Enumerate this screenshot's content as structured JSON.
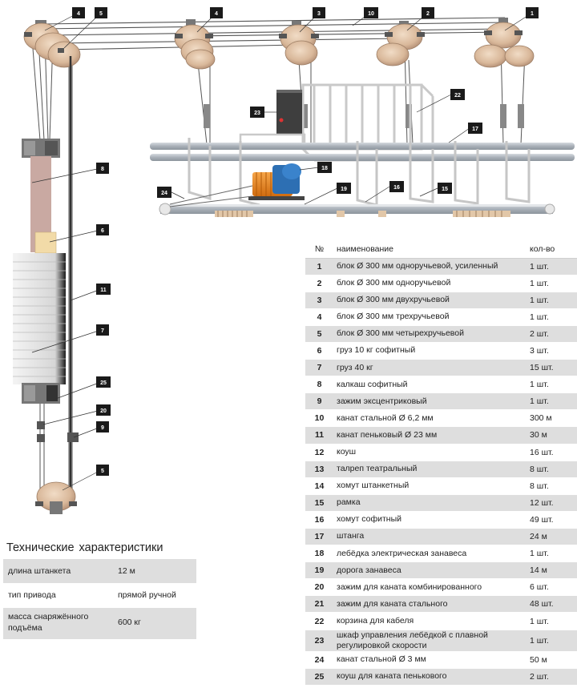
{
  "callouts": {
    "c1": "1",
    "c2": "2",
    "c3": "3",
    "c4a": "4",
    "c4b": "4",
    "c5a": "5",
    "c5b": "5",
    "c6": "6",
    "c7": "7",
    "c8": "8",
    "c9": "9",
    "c10": "10",
    "c11": "11",
    "c15": "15",
    "c16": "16",
    "c17": "17",
    "c18": "18",
    "c19": "19",
    "c20": "20",
    "c22": "22",
    "c23": "23",
    "c24": "24",
    "c25": "25"
  },
  "parts_table": {
    "headers": {
      "num": "№",
      "name": "наименование",
      "qty": "кол-во"
    },
    "rows": [
      {
        "num": "1",
        "name": "блок Ø 300 мм однoручьевой, усиленный",
        "qty": "1 шт."
      },
      {
        "num": "2",
        "name": "блок Ø 300 мм однoручьевой",
        "qty": "1 шт."
      },
      {
        "num": "3",
        "name": "блок Ø 300 мм двухручьевой",
        "qty": "1 шт."
      },
      {
        "num": "4",
        "name": "блок Ø 300 мм трехручьевой",
        "qty": "1 шт."
      },
      {
        "num": "5",
        "name": "блок Ø 300 мм четырехручьевой",
        "qty": "2 шт."
      },
      {
        "num": "6",
        "name": "груз 10 кг софитный",
        "qty": "3 шт."
      },
      {
        "num": "7",
        "name": "груз 40 кг",
        "qty": "15 шт."
      },
      {
        "num": "8",
        "name": "калкаш софитный",
        "qty": "1 шт."
      },
      {
        "num": "9",
        "name": "зажим эксцентриковый",
        "qty": "1 шт."
      },
      {
        "num": "10",
        "name": "канат стальной Ø 6,2 мм",
        "qty": "300 м"
      },
      {
        "num": "11",
        "name": "канат пеньковый Ø 23 мм",
        "qty": "30 м"
      },
      {
        "num": "12",
        "name": "коуш",
        "qty": "16 шт."
      },
      {
        "num": "13",
        "name": "талреп театральный",
        "qty": "8 шт."
      },
      {
        "num": "14",
        "name": "хомут штанкетный",
        "qty": "8 шт."
      },
      {
        "num": "15",
        "name": "рамка",
        "qty": "12 шт."
      },
      {
        "num": "16",
        "name": "хомут софитный",
        "qty": "49 шт."
      },
      {
        "num": "17",
        "name": "штанга",
        "qty": "24 м"
      },
      {
        "num": "18",
        "name": "лебёдка электрическая занавеса",
        "qty": "1 шт."
      },
      {
        "num": "19",
        "name": "дорога занавеса",
        "qty": "14 м"
      },
      {
        "num": "20",
        "name": "зажим для каната комбинированного",
        "qty": "6 шт."
      },
      {
        "num": "21",
        "name": "зажим для каната стального",
        "qty": "48 шт."
      },
      {
        "num": "22",
        "name": "корзина для кабеля",
        "qty": "1 шт."
      },
      {
        "num": "23",
        "name": "шкаф управления лебёдкой с плавной регулировкой скорости",
        "qty": "1 шт."
      },
      {
        "num": "24",
        "name": "канат стальной Ø 3 мм",
        "qty": "50 м"
      },
      {
        "num": "25",
        "name": "коуш для каната пенькового",
        "qty": "2 шт."
      }
    ]
  },
  "specs": {
    "title": "Технические характеристики",
    "rows": [
      {
        "label": "длина штанкета",
        "value": "12 м"
      },
      {
        "label": "тип привода",
        "value": "прямой ручной"
      },
      {
        "label": "масса снаряжённого подъёма",
        "value": "600 кг"
      }
    ]
  },
  "colors": {
    "callout_bg": "#1a1a1a",
    "pulley": "#d9b89a",
    "frame": "#c8c8c8",
    "pipe": "#a9b0b8",
    "motor": "#e8851c",
    "motor_blue": "#2d6fb3",
    "counterweight": "#c9a9a2",
    "row_alt": "#dedede"
  }
}
